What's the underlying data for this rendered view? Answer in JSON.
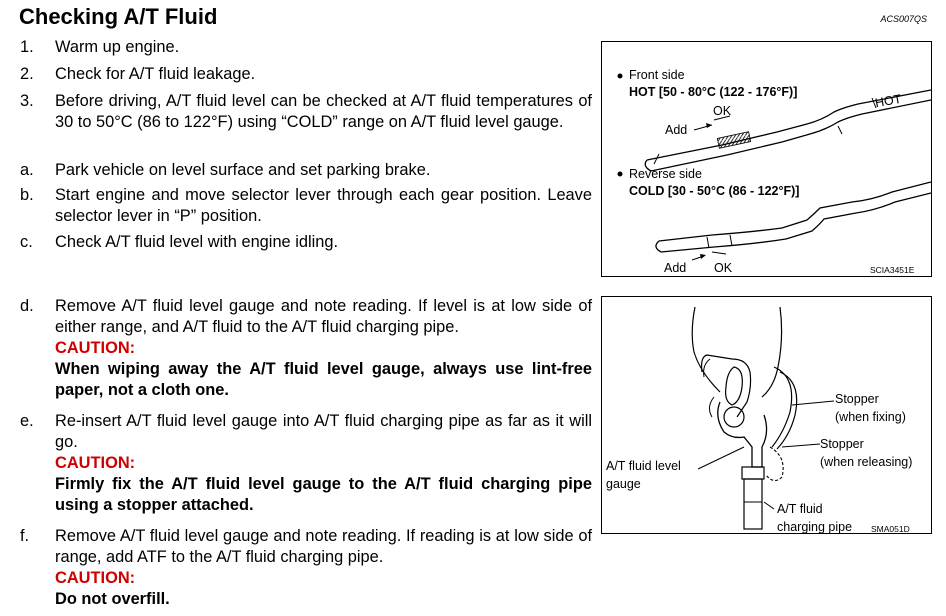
{
  "header": {
    "title": "Checking A/T Fluid",
    "code": "ACS007QS"
  },
  "steps": [
    {
      "num": "1.",
      "text": "Warm up engine."
    },
    {
      "num": "2.",
      "text": "Check for A/T fluid leakage."
    },
    {
      "num": "3.",
      "text": "Before driving, A/T fluid level can be checked at A/T fluid temperatures of 30 to 50°C (86 to 122°F) using “COLD” range on A/T fluid level gauge."
    },
    {
      "num": "a.",
      "text": "Park vehicle on level surface and set parking brake."
    },
    {
      "num": "b.",
      "text": "Start engine and move selector lever through each gear position. Leave selector lever in “P” position."
    },
    {
      "num": "c.",
      "text": "Check A/T fluid level with engine idling."
    },
    {
      "num": "d.",
      "text": "Remove A/T fluid level gauge and note reading. If level is at low side of either range, and A/T fluid to the A/T fluid charging pipe.",
      "caution_label": "CAUTION:",
      "caution_text": "When wiping away the A/T fluid level gauge, always use lint-free paper, not a cloth one."
    },
    {
      "num": "e.",
      "text": "Re-insert A/T fluid level gauge into A/T fluid charging pipe as far as it will go.",
      "caution_label": "CAUTION:",
      "caution_text": "Firmly fix the A/T fluid level gauge to the A/T fluid charging pipe using a stopper attached."
    },
    {
      "num": "f.",
      "text": "Remove A/T fluid level gauge and note reading. If reading is at low side of range, add ATF to the A/T fluid charging pipe.",
      "caution_label": "CAUTION:",
      "caution_text": "Do not overfill."
    }
  ],
  "figure1": {
    "front_side": "Front side",
    "hot_range": "HOT [50 - 80°C (122 - 176°F)]",
    "ok": "OK",
    "add": "Add",
    "hot_mark": "HOT",
    "reverse_side": "Reverse side",
    "cold_range": "COLD [30 - 50°C (86 - 122°F)]",
    "ok2": "OK",
    "add2": "Add",
    "code": "SCIA3451E"
  },
  "figure2": {
    "stopper_fixing_1": "Stopper",
    "stopper_fixing_2": "(when fixing)",
    "stopper_releasing_1": "Stopper",
    "stopper_releasing_2": "(when releasing)",
    "gauge_1": "A/T fluid level",
    "gauge_2": "gauge",
    "pipe_1": "A/T fluid",
    "pipe_2": "charging pipe",
    "code": "SMA051D"
  }
}
